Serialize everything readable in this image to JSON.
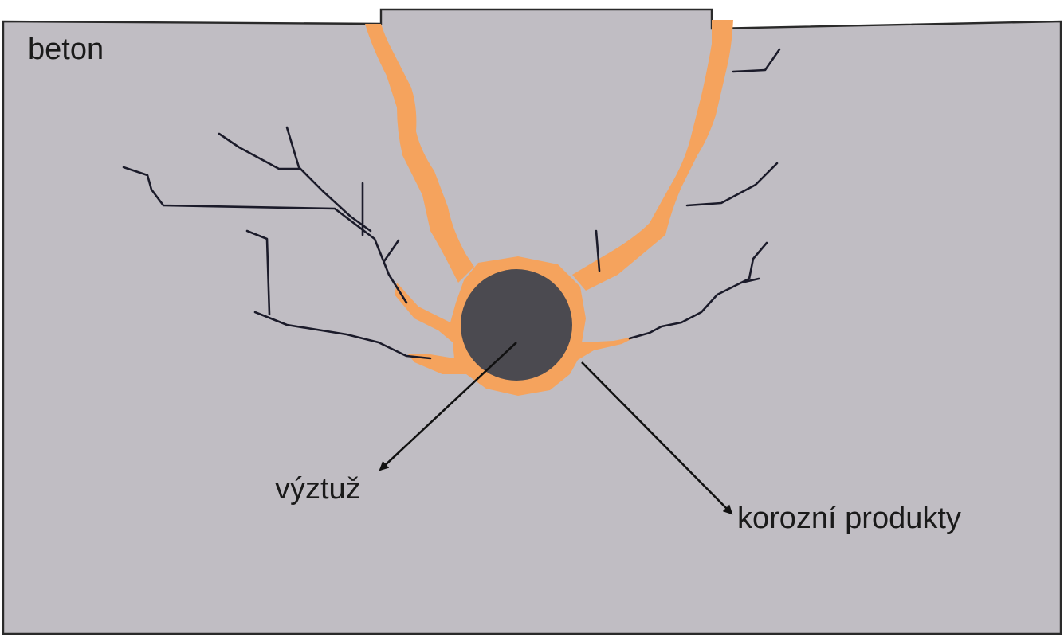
{
  "labels": {
    "concrete": "beton",
    "rebar": "výztuž",
    "corrosion_products": "korozní produkty"
  },
  "colors": {
    "concrete": "#c0bdc3",
    "outline": "#2a2a2a",
    "corrosion_products": "#f5a35d",
    "rebar": "#4b4a50",
    "cracks": "#1b1b2a"
  }
}
